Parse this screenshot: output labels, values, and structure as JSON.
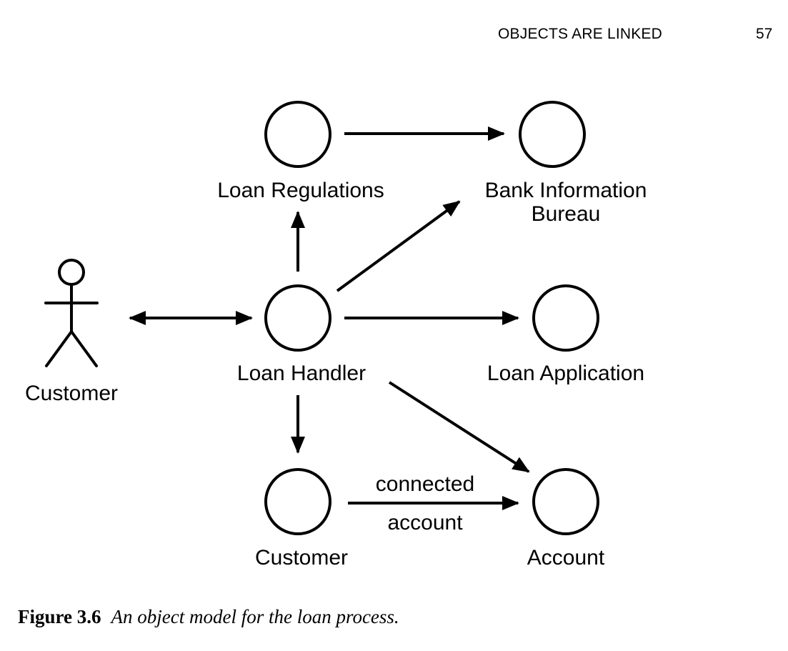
{
  "header": {
    "running_head": "OBJECTS ARE LINKED",
    "page_number": "57"
  },
  "diagram": {
    "actor": {
      "label": "Customer",
      "icon": "stick-figure-actor-icon"
    },
    "objects": {
      "loan_regulations": {
        "label": "Loan Regulations"
      },
      "bank_information_bureau": {
        "label_line1": "Bank Information",
        "label_line2": "Bureau"
      },
      "loan_handler": {
        "label": "Loan Handler"
      },
      "loan_application": {
        "label": "Loan Application"
      },
      "customer_object": {
        "label": "Customer"
      },
      "account": {
        "label": "Account"
      }
    },
    "links": [
      {
        "from": "Loan Regulations",
        "to": "Bank Information Bureau"
      },
      {
        "from": "Customer (actor)",
        "to": "Loan Handler",
        "bidirectional": true
      },
      {
        "from": "Loan Handler",
        "to": "Loan Regulations"
      },
      {
        "from": "Loan Handler",
        "to": "Bank Information Bureau"
      },
      {
        "from": "Loan Handler",
        "to": "Loan Application"
      },
      {
        "from": "Loan Handler",
        "to": "Customer"
      },
      {
        "from": "Loan Handler",
        "to": "Account"
      },
      {
        "from": "Customer",
        "to": "Account"
      }
    ],
    "link_label": {
      "line1": "connected",
      "line2": "account"
    }
  },
  "caption": {
    "figure_number": "Figure 3.6",
    "text": "An object model for the loan process."
  }
}
